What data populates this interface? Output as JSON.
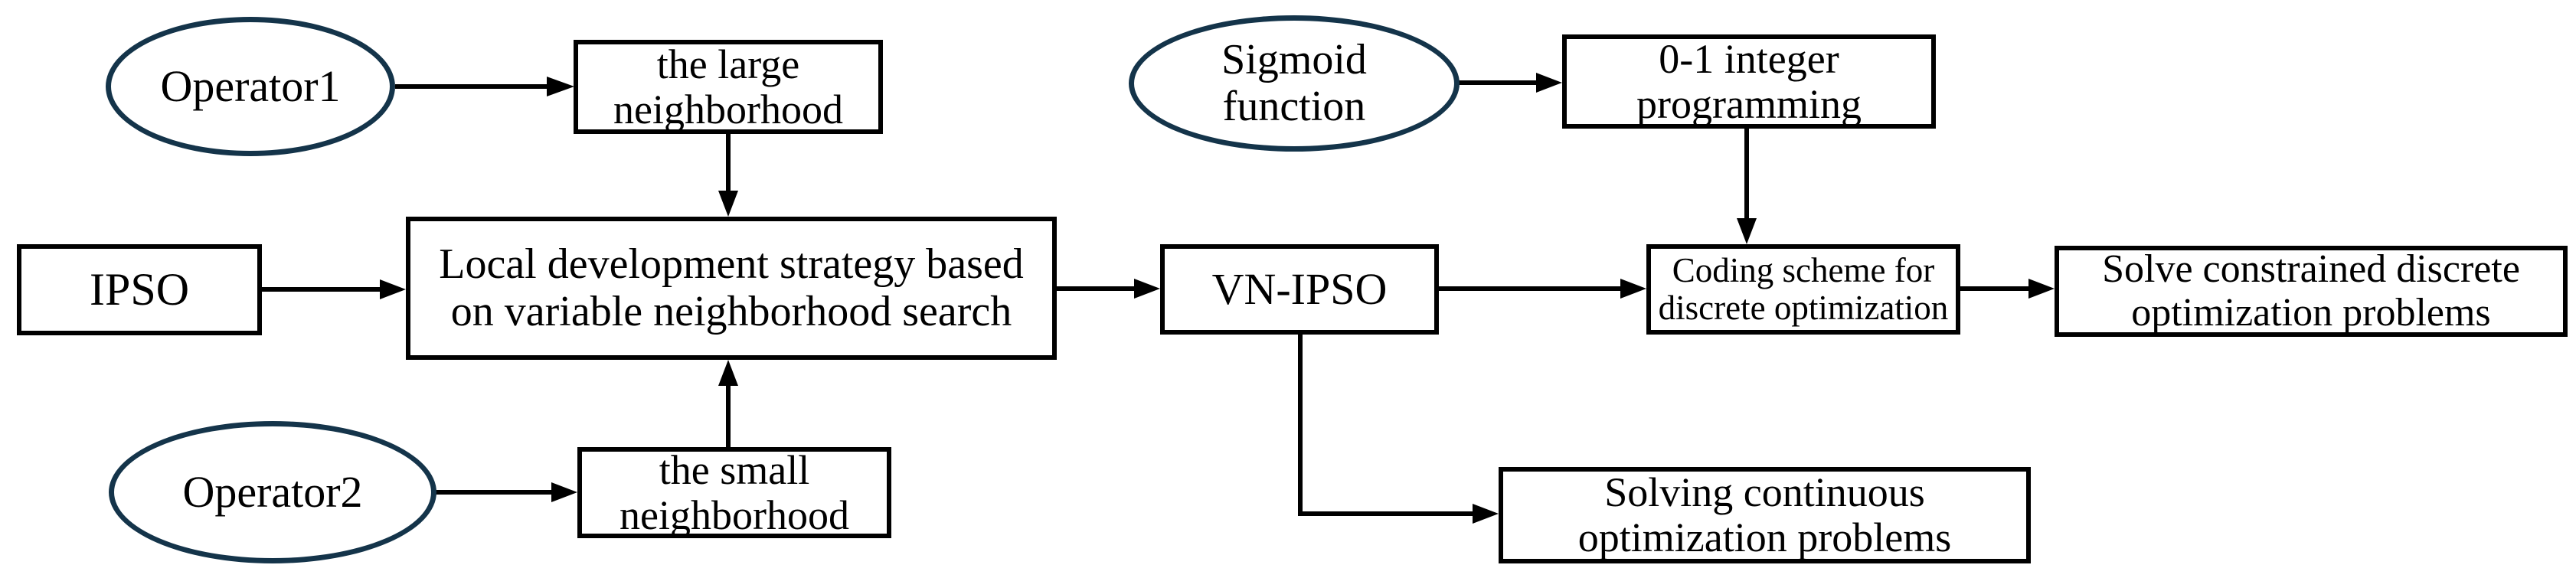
{
  "diagram": {
    "background_color": "#ffffff",
    "colors": {
      "box_border": "#000000",
      "ellipse_border": "#14344a",
      "arrow": "#000000",
      "text": "#000000"
    },
    "nodes": [
      {
        "id": "operator1",
        "shape": "ellipse",
        "label": "Operator1"
      },
      {
        "id": "large-neighborhood",
        "shape": "rect",
        "label": "the large\nneighborhood"
      },
      {
        "id": "ipso",
        "shape": "rect",
        "label": "IPSO"
      },
      {
        "id": "local-development-strategy",
        "shape": "rect",
        "label": "Local development strategy based\non variable neighborhood search"
      },
      {
        "id": "operator2",
        "shape": "ellipse",
        "label": "Operator2"
      },
      {
        "id": "small-neighborhood",
        "shape": "rect",
        "label": "the small\nneighborhood"
      },
      {
        "id": "sigmoid-function",
        "shape": "ellipse",
        "label": "Sigmoid\nfunction"
      },
      {
        "id": "zero-one-integer-programming",
        "shape": "rect",
        "label": "0-1 integer\nprogramming"
      },
      {
        "id": "vn-ipso",
        "shape": "rect",
        "label": "VN-IPSO"
      },
      {
        "id": "coding-scheme",
        "shape": "rect",
        "label": "Coding scheme for\ndiscrete optimization"
      },
      {
        "id": "solve-constrained",
        "shape": "rect",
        "label": "Solve constrained discrete\noptimization problems"
      },
      {
        "id": "solving-continuous",
        "shape": "rect",
        "label": "Solving continuous\noptimization problems"
      }
    ],
    "edges": [
      {
        "from": "operator1",
        "to": "large-neighborhood"
      },
      {
        "from": "large-neighborhood",
        "to": "local-development-strategy"
      },
      {
        "from": "ipso",
        "to": "local-development-strategy"
      },
      {
        "from": "operator2",
        "to": "small-neighborhood"
      },
      {
        "from": "small-neighborhood",
        "to": "local-development-strategy"
      },
      {
        "from": "local-development-strategy",
        "to": "vn-ipso"
      },
      {
        "from": "sigmoid-function",
        "to": "zero-one-integer-programming"
      },
      {
        "from": "zero-one-integer-programming",
        "to": "coding-scheme"
      },
      {
        "from": "vn-ipso",
        "to": "coding-scheme"
      },
      {
        "from": "coding-scheme",
        "to": "solve-constrained"
      },
      {
        "from": "vn-ipso",
        "to": "solving-continuous"
      }
    ]
  }
}
